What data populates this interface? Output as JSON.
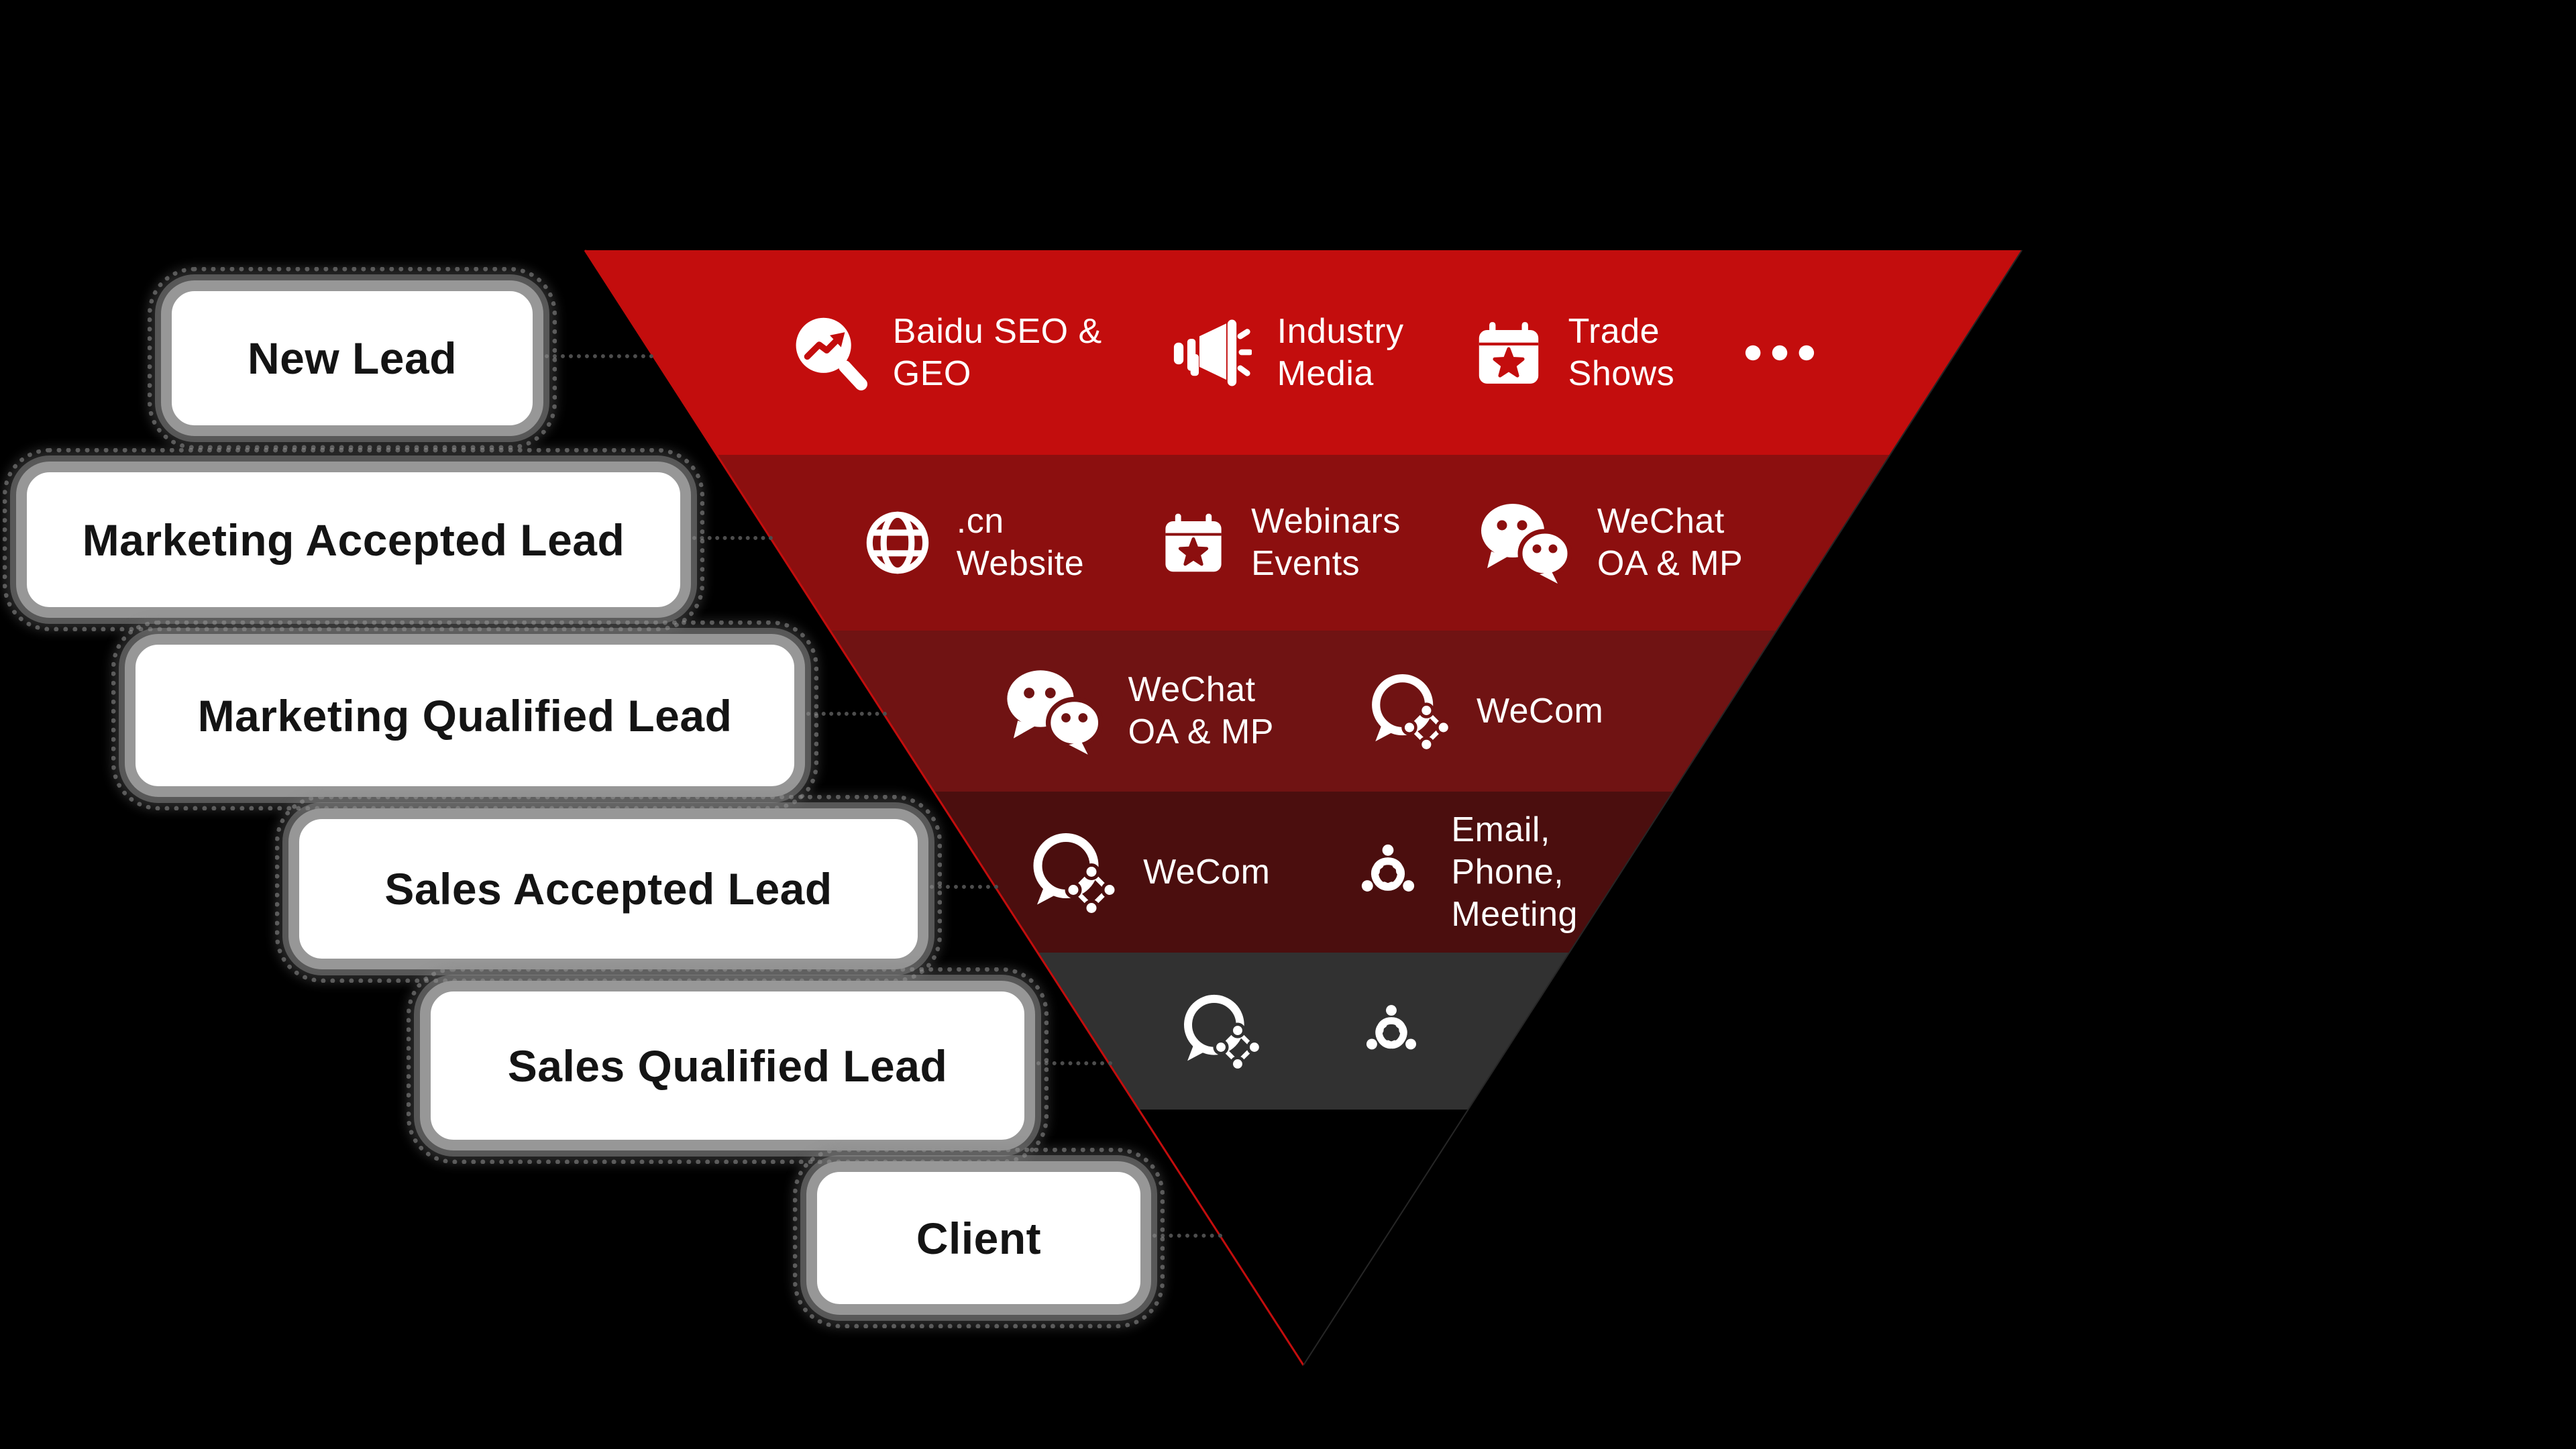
{
  "palette": {
    "background": "#000000",
    "band1": "#c30d0d",
    "band2": "#8c0f0f",
    "band3": "#701313",
    "band4": "#4b0e0e",
    "band5": "#313131",
    "edge_left": "#c30d0d",
    "edge_right": "#262626",
    "stage_border": "#979797",
    "stage_bg": "#ffffff",
    "stage_text": "#141414",
    "band_text": "#ffffff"
  },
  "stages": [
    {
      "label": "New Lead"
    },
    {
      "label": "Marketing Accepted Lead"
    },
    {
      "label": "Marketing Qualified Lead"
    },
    {
      "label": "Sales Accepted Lead"
    },
    {
      "label": "Sales Qualified Lead"
    },
    {
      "label": "Client"
    }
  ],
  "funnel": {
    "bands": [
      {
        "name": "band-1",
        "color": "#c30d0d",
        "items": [
          {
            "icon": "seo-search-icon",
            "label": "Baidu SEO &\nGEO"
          },
          {
            "icon": "megaphone-icon",
            "label": "Industry\nMedia"
          },
          {
            "icon": "calendar-star-icon",
            "label": "Trade\nShows"
          },
          {
            "icon": "ellipsis-icon",
            "label": "..."
          }
        ]
      },
      {
        "name": "band-2",
        "color": "#8c0f0f",
        "items": [
          {
            "icon": "globe-icon",
            "label": ".cn\nWebsite"
          },
          {
            "icon": "calendar-star-icon",
            "label": "Webinars\nEvents"
          },
          {
            "icon": "wechat-icon",
            "label": "WeChat\nOA & MP"
          }
        ]
      },
      {
        "name": "band-3",
        "color": "#701313",
        "items": [
          {
            "icon": "wechat-icon",
            "label": "WeChat\nOA & MP"
          },
          {
            "icon": "wecom-icon",
            "label": "WeCom"
          }
        ]
      },
      {
        "name": "band-4",
        "color": "#4b0e0e",
        "items": [
          {
            "icon": "wecom-icon",
            "label": "WeCom"
          },
          {
            "icon": "meeting-icon",
            "label": "Email,\nPhone,\nMeeting"
          }
        ]
      },
      {
        "name": "band-5",
        "color": "#313131",
        "items": [
          {
            "icon": "wecom-icon",
            "label": ""
          },
          {
            "icon": "meeting-icon",
            "label": ""
          }
        ]
      }
    ]
  }
}
